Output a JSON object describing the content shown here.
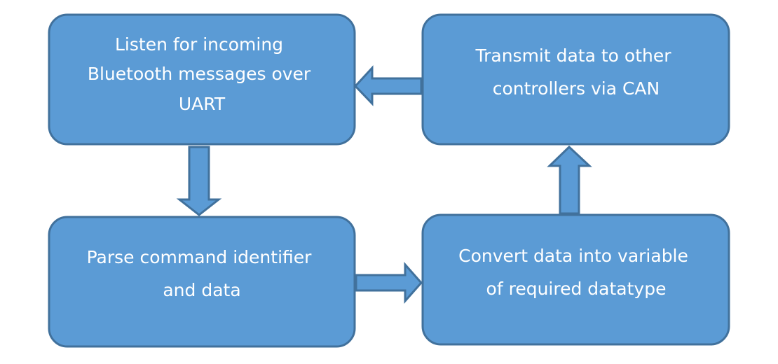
{
  "diagram": {
    "nodes": {
      "listen": {
        "lines": [
          "Listen for incoming",
          "Bluetooth messages over",
          "UART"
        ]
      },
      "transmit": {
        "lines": [
          "Transmit data to other",
          "controllers via CAN"
        ]
      },
      "parse": {
        "lines": [
          "Parse command identifier",
          "and data"
        ]
      },
      "convert": {
        "lines": [
          "Convert data into variable",
          "of required datatype"
        ]
      }
    },
    "edges": [
      {
        "from": "listen",
        "to": "parse"
      },
      {
        "from": "parse",
        "to": "convert"
      },
      {
        "from": "convert",
        "to": "transmit"
      },
      {
        "from": "transmit",
        "to": "listen"
      }
    ],
    "colors": {
      "fill": "#5b9bd5",
      "stroke": "#41719c",
      "text": "#ffffff"
    }
  }
}
